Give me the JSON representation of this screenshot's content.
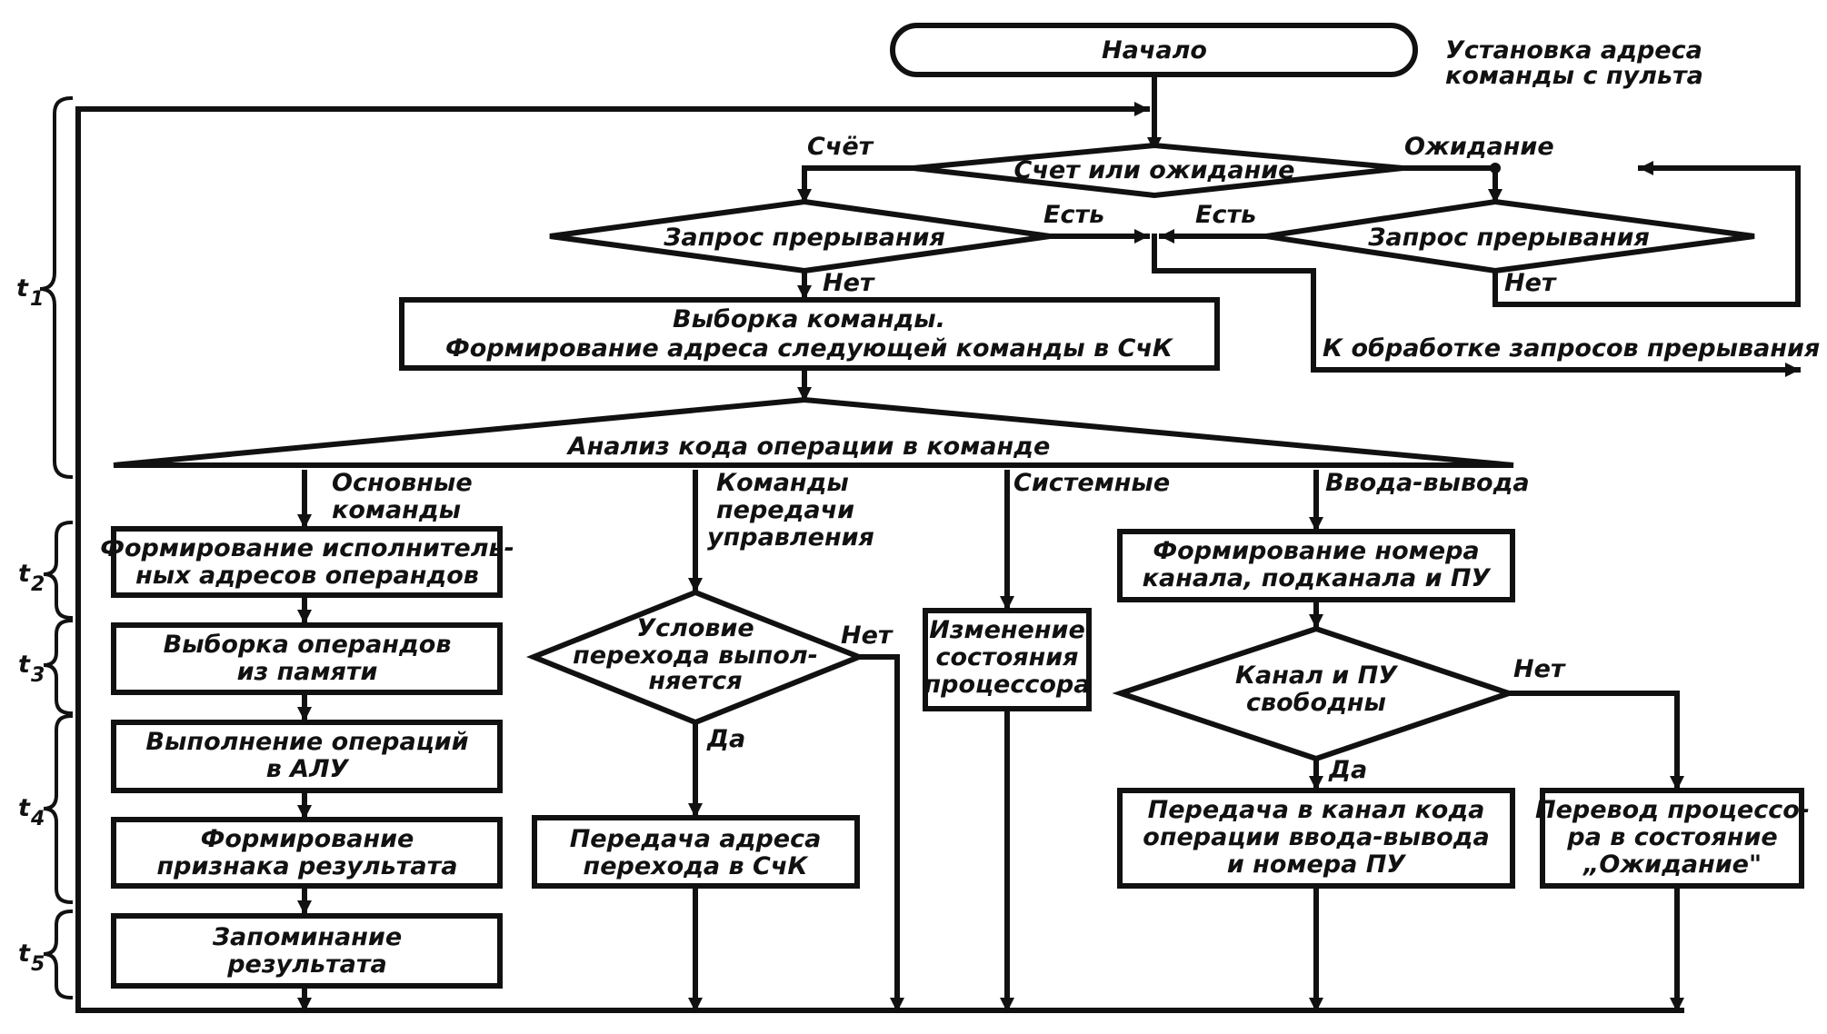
{
  "nodes": {
    "start": "Начало",
    "start_note_1": "Установка адреса",
    "start_note_2": "команды с пульта",
    "mode_decision": "Счет или ожидание",
    "label_count": "Счёт",
    "label_wait": "Ожидание",
    "interrupt_left": "Запрос прерывания",
    "interrupt_left_yes": "Есть",
    "interrupt_left_no": "Нет",
    "interrupt_right": "Запрос прерывания",
    "interrupt_right_yes": "Есть",
    "interrupt_right_no": "Нет",
    "fetch_1": "Выборка команды.",
    "fetch_2": "Формирование адреса следующей команды в СчК",
    "to_interrupts": "К обработке запросов прерывания",
    "analysis": "Анализ кода операции в команде",
    "branch_basic_1": "Основные",
    "branch_basic_2": "команды",
    "branch_transfer_1": "Команды",
    "branch_transfer_2": "передачи",
    "branch_transfer_3": "управления",
    "branch_system": "Системные",
    "branch_io": "Ввода-вывода",
    "b1_1": "Формирование исполнитель-",
    "b1_2": "ных адресов операндов",
    "b2_1": "Выборка операндов",
    "b2_2": "из памяти",
    "b3_1": "Выполнение операций",
    "b3_2": "в АЛУ",
    "b4_1": "Формирование",
    "b4_2": "признака результата",
    "b5_1": "Запоминание",
    "b5_2": "результата",
    "cond_1": "Условие",
    "cond_2": "перехода выпол-",
    "cond_3": "няется",
    "cond_no": "Нет",
    "cond_yes": "Да",
    "transfer_1": "Передача адреса",
    "transfer_2": "перехода в СчК",
    "system_1": "Изменение",
    "system_2": "состояния",
    "system_3": "процессора",
    "io1_1": "Формирование номера",
    "io1_2": "канала, подканала и ПУ",
    "chan_1": "Канал и ПУ",
    "chan_2": "свободны",
    "chan_no": "Нет",
    "chan_yes": "Да",
    "io2_1": "Передача в канал кода",
    "io2_2": "операции ввода-вывода",
    "io2_3": "и номера ПУ",
    "wait_1": "Перевод процессо-",
    "wait_2": "ра в состояние",
    "wait_3": "„Ожидание\""
  },
  "phases": [
    "t",
    "t",
    "t",
    "t",
    "t"
  ],
  "phase_subs": [
    "1",
    "2",
    "3",
    "4",
    "5"
  ]
}
